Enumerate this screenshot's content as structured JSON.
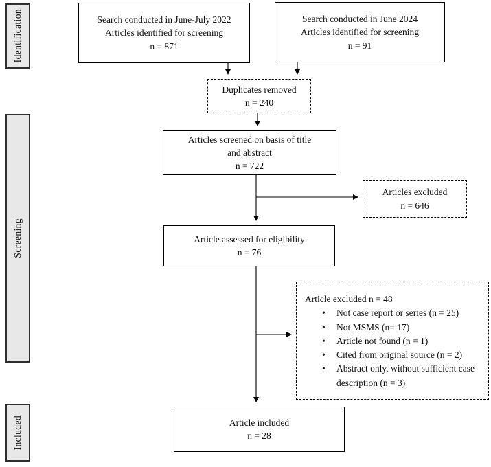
{
  "colors": {
    "sidebar_fill": "#e8e8e8",
    "line": "#000000",
    "text": "#111111",
    "background": "#ffffff"
  },
  "sidebar": {
    "stages": [
      "Identification",
      "Screening",
      "Included"
    ]
  },
  "boxes": {
    "search_2022": {
      "lines": [
        "Search conducted in June-July 2022",
        "Articles identified for screening",
        "n = 871"
      ]
    },
    "search_2024": {
      "lines": [
        "Search conducted in June 2024",
        "Articles identified for screening",
        "n = 91"
      ]
    },
    "duplicates": {
      "lines": [
        "Duplicates removed",
        "n = 240"
      ]
    },
    "screened": {
      "lines": [
        "Articles screened on basis of title",
        "and abstract",
        "n = 722"
      ]
    },
    "excluded_title_abstract": {
      "lines": [
        "Articles excluded",
        "n = 646"
      ]
    },
    "assessed": {
      "lines": [
        "Article assessed for eligibility",
        "n = 76"
      ]
    },
    "excluded_eligibility": {
      "header": "Article excluded n = 48",
      "bullet_glyph": "•",
      "bullets": [
        "Not case report or series (n = 25)",
        "Not MSMS (n= 17)",
        "Article not found (n = 1)",
        "Cited from original source (n = 2)",
        "Abstract only, without sufficient case description (n = 3)"
      ]
    },
    "included": {
      "lines": [
        "Article included",
        "n = 28"
      ]
    }
  }
}
